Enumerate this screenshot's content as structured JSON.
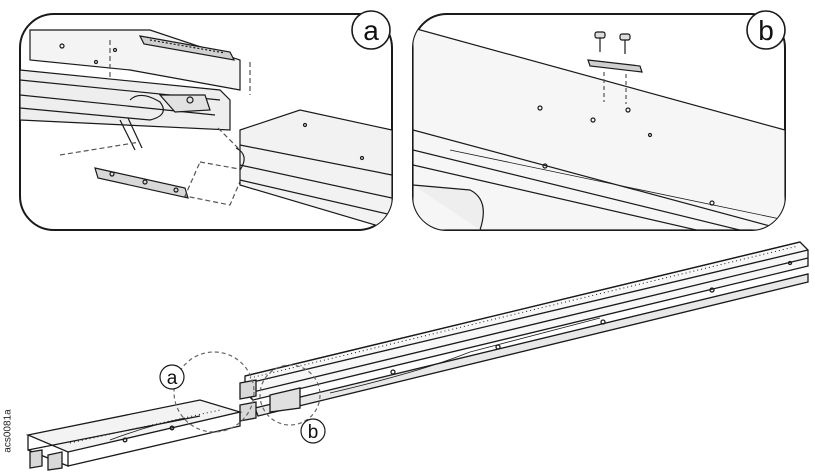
{
  "callouts": {
    "detail_a": "a",
    "detail_b": "b",
    "rail_a": "a",
    "rail_b": "b"
  },
  "figure_id": "acs0081a",
  "colors": {
    "stroke": "#1a1a1a",
    "panel_fill": "#ffffff",
    "dashed": "#555555"
  }
}
